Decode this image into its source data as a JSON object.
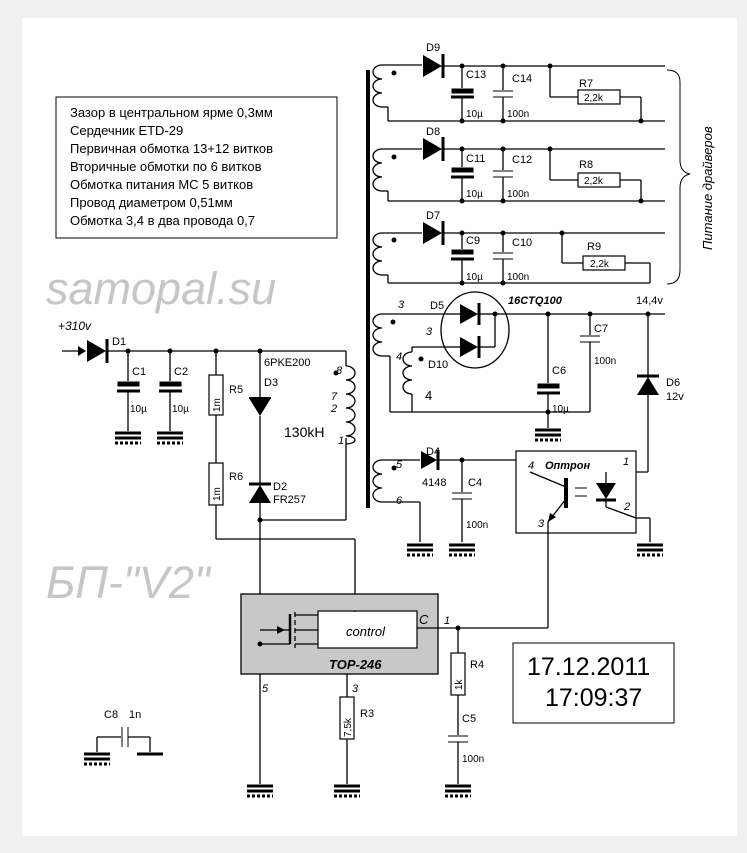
{
  "notes": [
    "Зазор в центральном ярме 0,3мм",
    "Сердечник ETD-29",
    "Первичная обмотка 13+12 витков",
    "Вторичные обмотки по 6 витков",
    "Обмотка питания МС  5 витков",
    "Провод диаметром 0,51мм",
    "Обмотка 3,4 в два провода 0,7"
  ],
  "watermark": "samopal.su",
  "title": "БП-\"V2\"",
  "datetime": {
    "date": "17.12.2011",
    "time": "17:09:37"
  },
  "driver_label": "Питание драйверов",
  "input_label": "+310v",
  "output_voltage": "14,4v",
  "transformer_freq": "130kH",
  "ic": {
    "name": "TOP-246",
    "block": "control",
    "pin_c": "C",
    "pin1": "1",
    "pin3": "3",
    "pin5": "5"
  },
  "optocoupler": {
    "label": "Оптрон",
    "pin1": "1",
    "pin2": "2",
    "pin3": "3",
    "pin4": "4"
  },
  "diode_pair": "16CTQ100",
  "components": {
    "D1": "D1",
    "C1": "C1",
    "C1v": "10µ",
    "C2": "C2",
    "C2v": "10µ",
    "R5": "R5",
    "R5v": "1m",
    "R6": "R6",
    "R6v": "1m",
    "D3": "D3",
    "D3t": "6PKE200",
    "D2": "D2",
    "D2t": "FR257",
    "D9": "D9",
    "C13": "C13",
    "C13v": "10µ",
    "C14": "C14",
    "C14v": "100n",
    "R7": "R7",
    "R7v": "2,2k",
    "D8": "D8",
    "C11": "C11",
    "C11v": "10µ",
    "C12": "C12",
    "C12v": "100n",
    "R8": "R8",
    "R8v": "2,2k",
    "D7": "D7",
    "C9": "C9",
    "C9v": "10µ",
    "C10": "C10",
    "C10v": "100n",
    "R9": "R9",
    "R9v": "2,2k",
    "D5": "D5",
    "D10": "D10",
    "C6": "C6",
    "C6v": "10µ",
    "C7": "C7",
    "C7v": "100n",
    "D6": "D6",
    "D6v": "12v",
    "D4": "D4",
    "D4t": "4148",
    "C4": "C4",
    "C4v": "100n",
    "R4": "R4",
    "R4v": "1k",
    "C5": "C5",
    "C5v": "100n",
    "R3": "R3",
    "R3v": "7,5k",
    "C8": "C8",
    "C8v": "1n"
  },
  "pins": {
    "p8": "8",
    "p7": "7",
    "p2": "2",
    "p1": "1",
    "p3a": "3",
    "p3b": "3",
    "p4a": "4",
    "p4b": "4",
    "p5": "5",
    "p6": "6"
  }
}
